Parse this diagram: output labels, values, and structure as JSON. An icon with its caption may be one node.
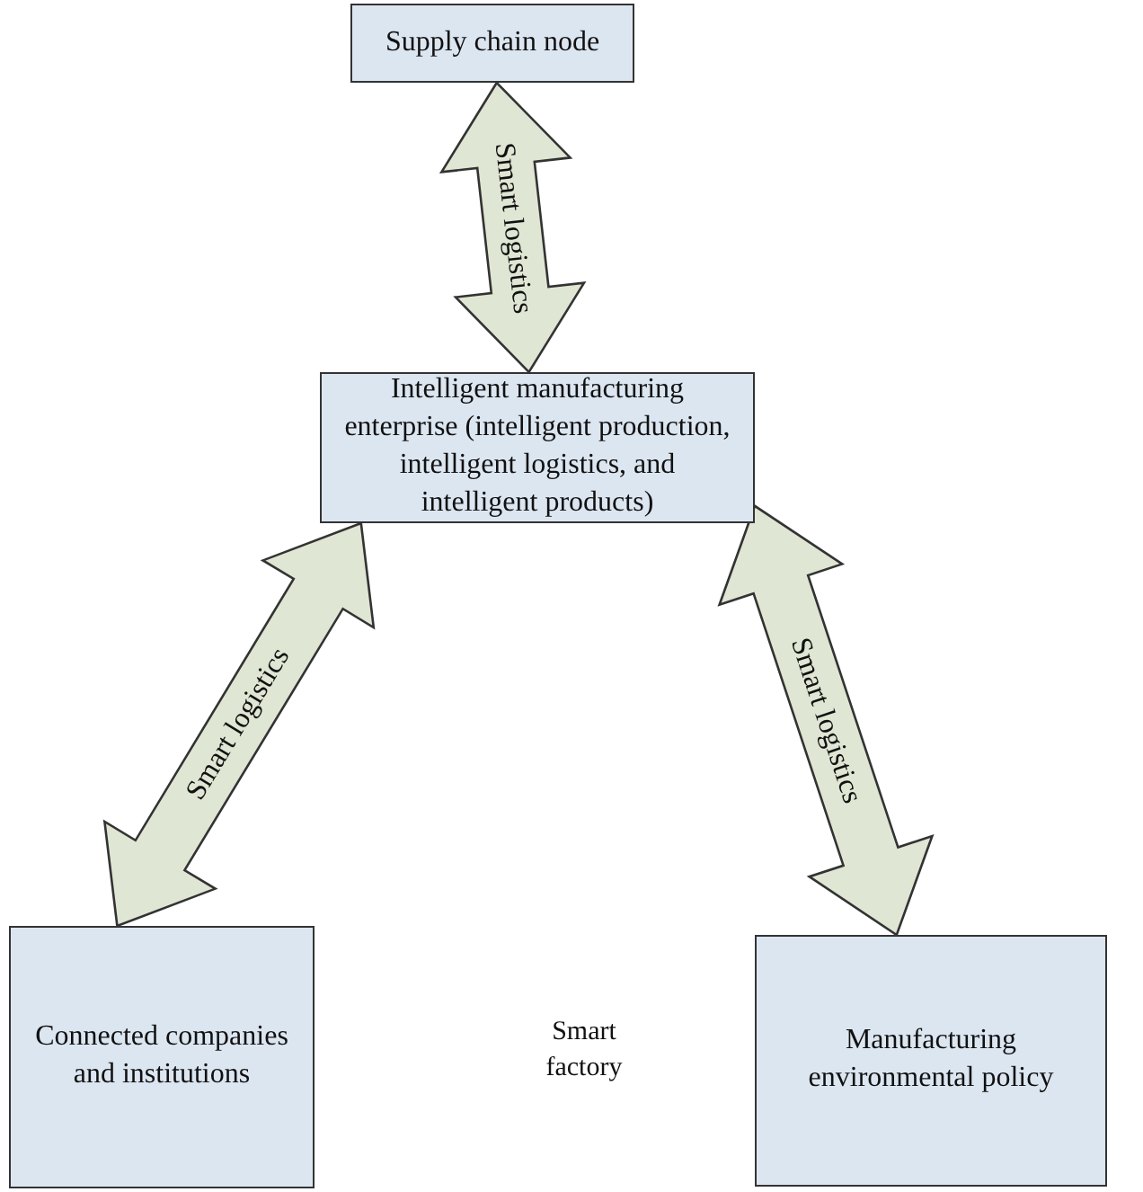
{
  "diagram": {
    "nodes": [
      {
        "text": [
          "Supply chain node"
        ]
      },
      {
        "text": [
          "Intelligent manufacturing enterprise (intelligent production, intelligent logistics, and intelligent products)"
        ]
      },
      {
        "text": [
          "Connected companies and institutions"
        ]
      },
      {
        "text": [
          "Manufacturing environmental policy"
        ]
      }
    ],
    "edges": [
      {
        "from": 0,
        "to": 1,
        "arrow": "both",
        "label": "Smart logistics"
      },
      {
        "from": 1,
        "to": 2,
        "arrow": "both",
        "label": "Smart logistics"
      },
      {
        "from": 1,
        "to": 3,
        "arrow": "both",
        "label": "Smart logistics"
      }
    ],
    "labels": [
      "Smart factory"
    ]
  }
}
